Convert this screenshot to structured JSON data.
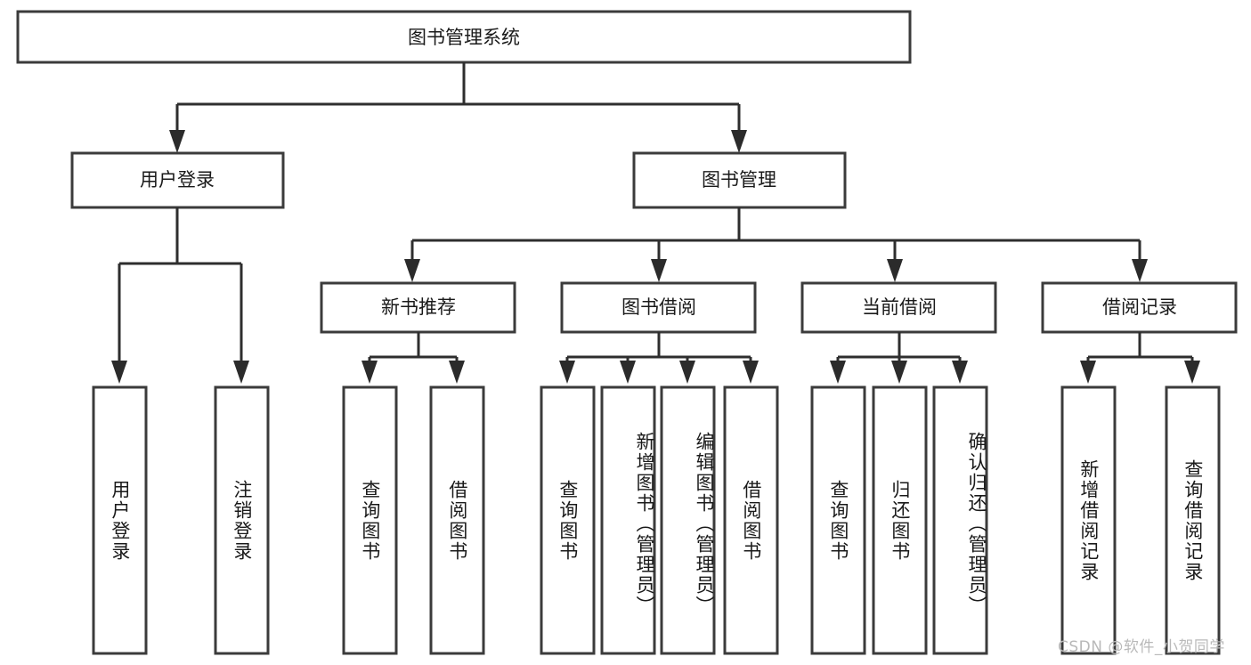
{
  "diagram": {
    "type": "tree-hierarchy",
    "title": "图书管理系统",
    "orientation": "top-down",
    "watermark": "CSDN @软件_小贺同学",
    "colors": {
      "background": "#ffffff",
      "box_border": "#3b3b3b",
      "box_fill": "#ffffff",
      "connector": "#2e2e2e",
      "text": "#1a1a1a",
      "watermark": "#b9b9b9"
    },
    "levels": {
      "root": {
        "label": "图书管理系统"
      },
      "level1": [
        {
          "id": "user-login",
          "label": "用户登录"
        },
        {
          "id": "book-management",
          "label": "图书管理"
        }
      ],
      "level2": [
        {
          "id": "new-book-recommend",
          "label": "新书推荐",
          "parent": "book-management"
        },
        {
          "id": "book-borrow",
          "label": "图书借阅",
          "parent": "book-management"
        },
        {
          "id": "current-borrow",
          "label": "当前借阅",
          "parent": "book-management"
        },
        {
          "id": "borrow-record",
          "label": "借阅记录",
          "parent": "book-management"
        }
      ],
      "leaves": [
        {
          "id": "leaf-1",
          "label": "用户登录",
          "parent": "user-login"
        },
        {
          "id": "leaf-2",
          "label": "注销登录",
          "parent": "user-login"
        },
        {
          "id": "leaf-3",
          "label": "查询图书",
          "parent": "new-book-recommend"
        },
        {
          "id": "leaf-4",
          "label": "借阅图书",
          "parent": "new-book-recommend"
        },
        {
          "id": "leaf-5",
          "label": "查询图书",
          "parent": "book-borrow"
        },
        {
          "id": "leaf-6",
          "label": "新增图书（管理员）",
          "parent": "book-borrow"
        },
        {
          "id": "leaf-7",
          "label": "编辑图书（管理员）",
          "parent": "book-borrow"
        },
        {
          "id": "leaf-8",
          "label": "借阅图书",
          "parent": "book-borrow"
        },
        {
          "id": "leaf-9",
          "label": "查询图书",
          "parent": "current-borrow"
        },
        {
          "id": "leaf-10",
          "label": "归还图书",
          "parent": "current-borrow"
        },
        {
          "id": "leaf-11",
          "label": "确认归还（管理员）",
          "parent": "current-borrow"
        },
        {
          "id": "leaf-12",
          "label": "新增借阅记录",
          "parent": "borrow-record"
        },
        {
          "id": "leaf-13",
          "label": "查询借阅记录",
          "parent": "borrow-record"
        }
      ]
    }
  }
}
